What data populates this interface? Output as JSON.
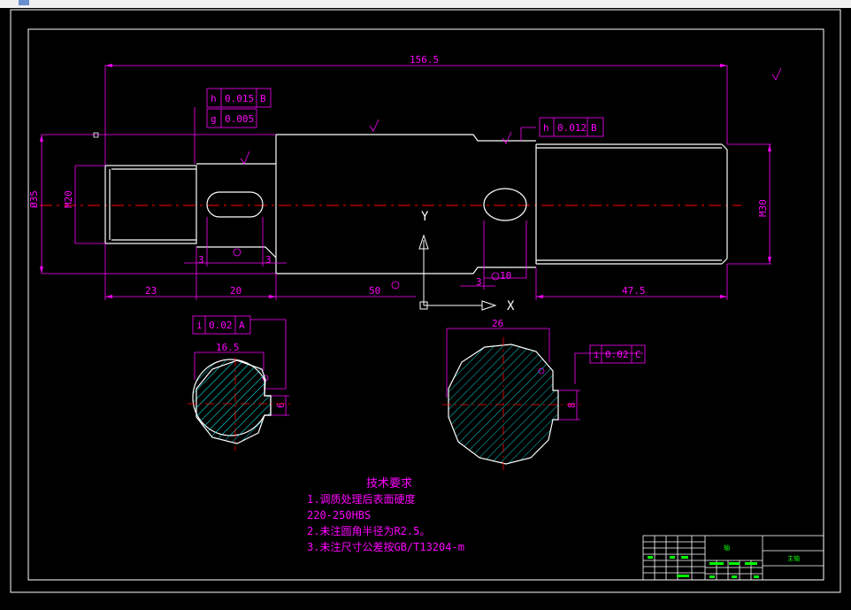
{
  "drawing": {
    "dimensions": {
      "overall": "156.5",
      "d_left_shoulder": "Ø35",
      "d_left_end": "M20",
      "d_right_end": "M30",
      "len_23": "23",
      "len_20": "20",
      "len_50": "50",
      "len_47_5": "47.5",
      "key_3a": "3",
      "key_3b": "3",
      "key_3c": "3",
      "key_10": "10",
      "sec1_width": "16.5",
      "sec2_width": "26",
      "sec1_small": "6",
      "sec2_small": "8"
    },
    "tolerances": {
      "tol1": {
        "symbol": "h",
        "value": "0.015",
        "datum": "B"
      },
      "tol2": {
        "symbol": "g",
        "value": "0.005"
      },
      "tol3": {
        "symbol": "h",
        "value": "0.012",
        "datum": "B"
      },
      "tol4": {
        "symbol": "i",
        "value": "0.02",
        "datum": "A"
      },
      "tol5": {
        "symbol": "i",
        "value": "0.02",
        "datum": "C"
      }
    },
    "axes": {
      "y": "Y",
      "x": "X"
    },
    "tech_requirements": {
      "title": "技术要求",
      "line1": "1.调质处理后表面硬度",
      "line2": "220-250HBS",
      "line3": "2.未注圆角半径为R2.5。",
      "line4": "3.未注尺寸公差按GB/T13204-m"
    },
    "title_block": {
      "cell1": "轴",
      "cell2": "主轴"
    }
  },
  "colors": {
    "background": "#000000",
    "outline": "#ffffff",
    "dimension": "#ff00ff",
    "centerline": "#ff0000",
    "hatch": "#00d0d0",
    "green": "#00ff00"
  }
}
